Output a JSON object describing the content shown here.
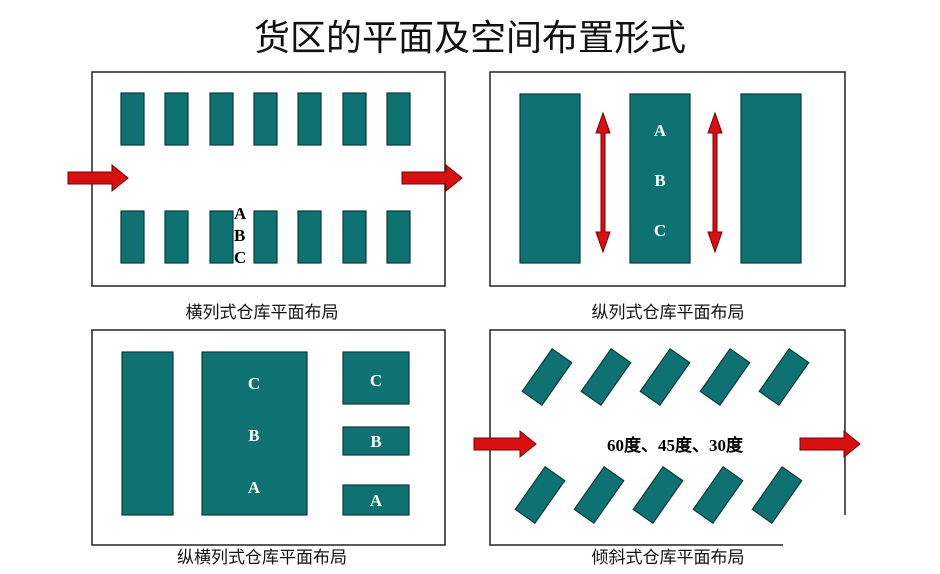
{
  "title": "货区的平面及空间布置形式",
  "colors": {
    "rack": "#0f7272",
    "arrow": "#d81010"
  },
  "panels": [
    {
      "caption": "横列式仓库平面布局",
      "labels": [
        "A",
        "B",
        "C"
      ]
    },
    {
      "caption": "纵列式仓库平面布局",
      "labels": [
        "A",
        "B",
        "C"
      ]
    },
    {
      "caption": "纵横列式仓库平面布局",
      "labels": [
        "C",
        "B",
        "A"
      ],
      "small_labels": [
        "C",
        "B",
        "A"
      ]
    },
    {
      "caption": "倾斜式仓库平面布局",
      "angle_text": "60度、45度、30度"
    }
  ]
}
